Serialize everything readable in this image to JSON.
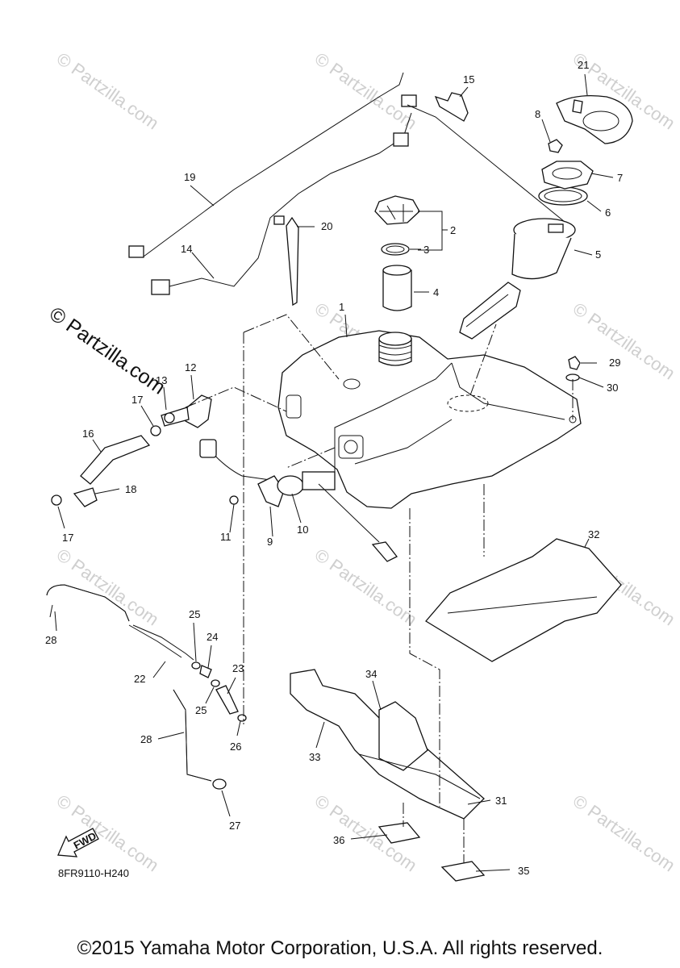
{
  "watermark": "© Partzilla.com",
  "brand_mark": "© Partzilla.com",
  "diagram_code": "8FR9110-H240",
  "fwd_label": "FWD",
  "copyright": "©2015 Yamaha Motor Corporation, U.S.A. All rights reserved.",
  "callouts": [
    "1",
    "2",
    "3",
    "4",
    "5",
    "6",
    "7",
    "8",
    "9",
    "10",
    "11",
    "12",
    "13",
    "14",
    "15",
    "16",
    "17",
    "17",
    "18",
    "19",
    "20",
    "21",
    "22",
    "23",
    "24",
    "25",
    "25",
    "26",
    "27",
    "28",
    "28",
    "29",
    "30",
    "31",
    "32",
    "33",
    "34",
    "35",
    "36"
  ]
}
